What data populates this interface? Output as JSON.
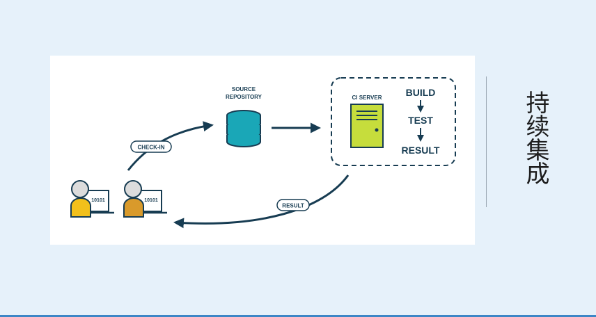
{
  "diagram": {
    "source_repository": [
      "SOURCE",
      "REPOSITORY"
    ],
    "ci_server": "CI SERVER",
    "pipeline": [
      "BUILD",
      "TEST",
      "RESULT"
    ],
    "check_in": "CHECK-IN",
    "result": "RESULT",
    "developer_screen_text": "10101"
  },
  "side_title": "持续集成",
  "colors": {
    "page_background": "#e6f1fa",
    "navy": "#173c52",
    "database": "#1aa7b7",
    "server": "#c6dd3c",
    "developer_1_shirt": "#f2c01b",
    "developer_2_shirt": "#d99a2b"
  }
}
